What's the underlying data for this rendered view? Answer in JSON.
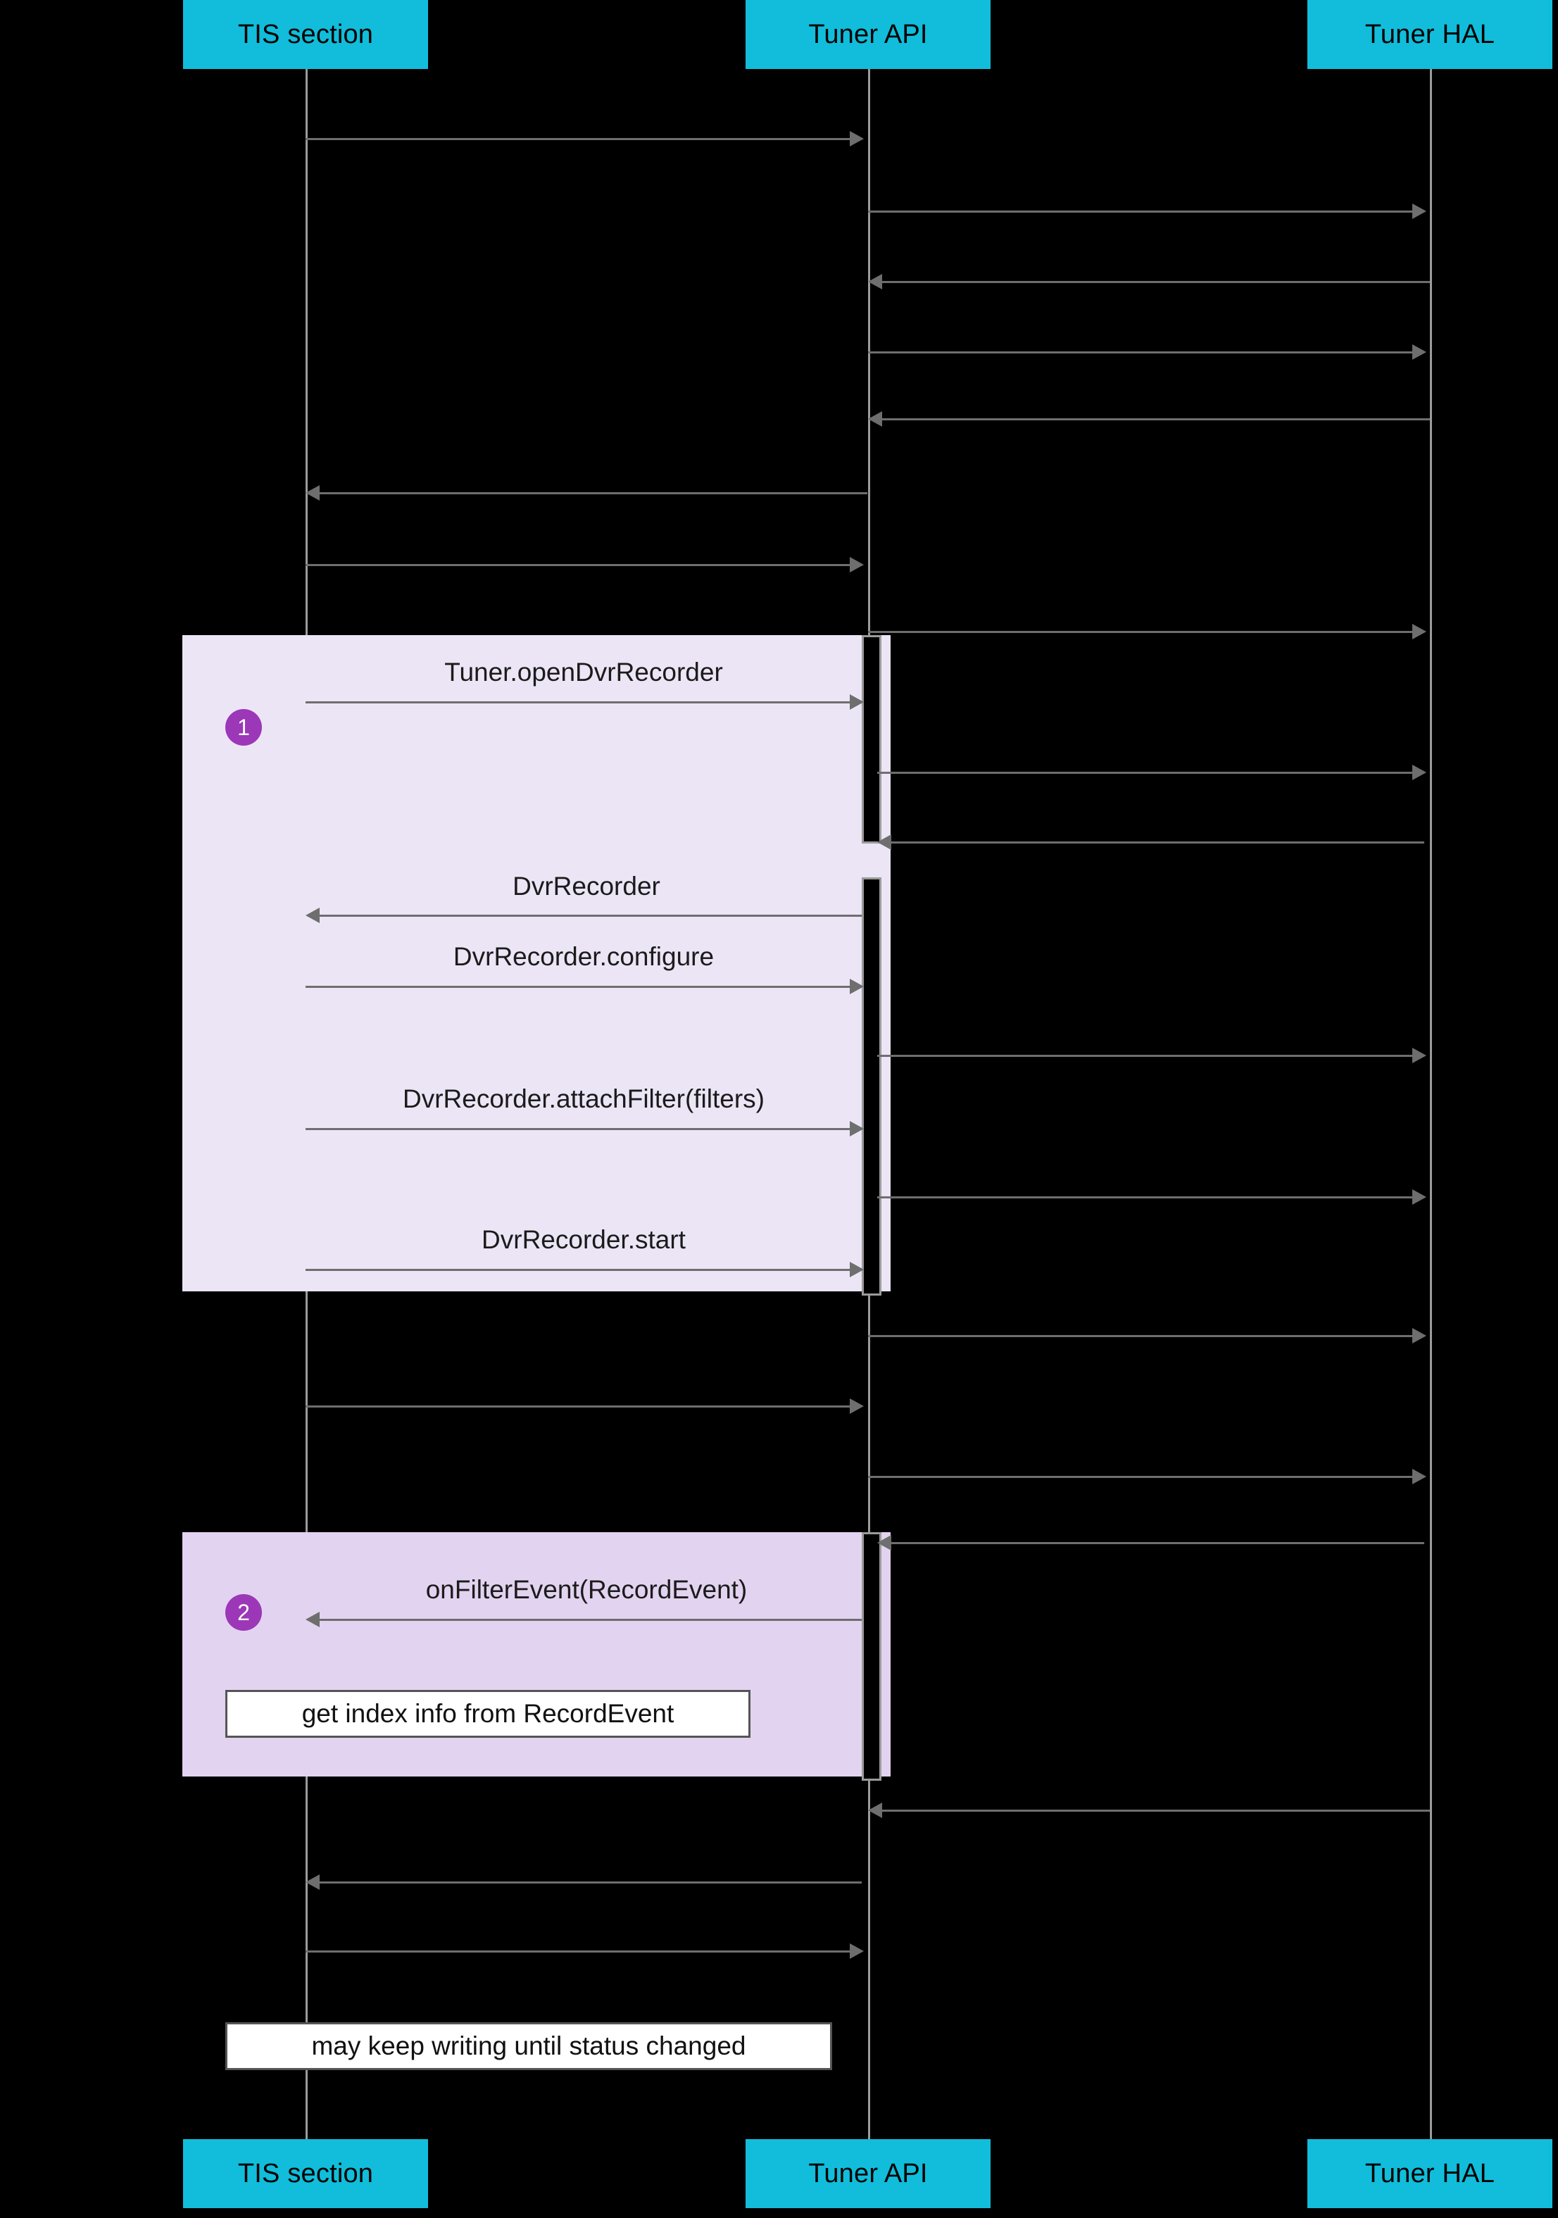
{
  "diagram": {
    "type": "sequence-diagram",
    "title": "",
    "background_color": "#000000",
    "participant_color": "#11bdda",
    "group_colors": [
      "#ece5f6",
      "#e2d3f0"
    ],
    "badge_color": "#9c37b8",
    "participants": [
      {
        "id": "tis",
        "label": "TIS section"
      },
      {
        "id": "api",
        "label": "Tuner API"
      },
      {
        "id": "hal",
        "label": "Tuner HAL"
      }
    ],
    "groups": [
      {
        "badge": "1"
      },
      {
        "badge": "2"
      }
    ],
    "messages": [
      {
        "label": "Tuner.openDvrRecorder"
      },
      {
        "label": "DvrRecorder"
      },
      {
        "label": "DvrRecorder.configure"
      },
      {
        "label": "DvrRecorder.attachFilter(filters)"
      },
      {
        "label": "DvrRecorder.start"
      },
      {
        "label": "onFilterEvent(RecordEvent)"
      }
    ],
    "notes": [
      {
        "label": "get index info from RecordEvent"
      },
      {
        "label": "may keep writing until status changed"
      }
    ]
  }
}
